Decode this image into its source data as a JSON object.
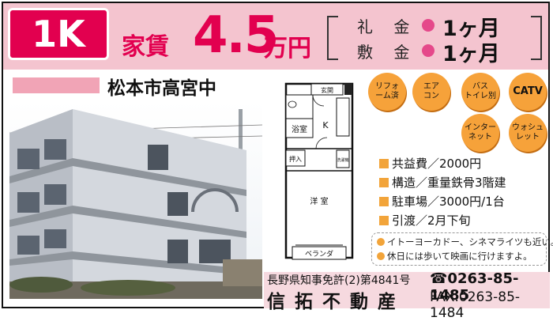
{
  "header": {
    "layout_type": "1K",
    "rent_label": "家賃",
    "rent_value": "4.5",
    "rent_unit": "万円",
    "key_money_label": "礼 金",
    "key_money_value": "1ヶ月",
    "deposit_label": "敷 金",
    "deposit_value": "1ヶ月"
  },
  "address": "松本市高宮中",
  "floorplan": {
    "entrance": "玄関",
    "bathroom": "浴室",
    "kitchen": "K",
    "closet": "押入",
    "washer": "洗濯機",
    "room": "洋 室",
    "balcony": "ベランダ"
  },
  "amenities": [
    {
      "label": "リフォ\nーム済"
    },
    {
      "label": "エア\nコン"
    },
    {
      "label": "バス\nトイレ別"
    },
    {
      "label": "CATV"
    },
    {
      "label": "インター\nネット"
    },
    {
      "label": "ウォシュ\nレット"
    }
  ],
  "specs": [
    "共益費／2000円",
    "構造／重量鉄骨3階建",
    "駐車場／3000円/1台",
    "引渡／2月下旬"
  ],
  "notes": [
    "イトーヨーカドー、シネマライツも近い。",
    "休日には歩いて映画に行けますよ。"
  ],
  "footer": {
    "license": "長野県知事免許(2)第4841号",
    "company": "信拓不動産",
    "tel": "☎0263-85-1485",
    "fax": "FAX.0263-85-1484"
  },
  "colors": {
    "accent": "#e2004f",
    "header_bg": "#f4c4cf",
    "amenity": "#f6a23a"
  }
}
